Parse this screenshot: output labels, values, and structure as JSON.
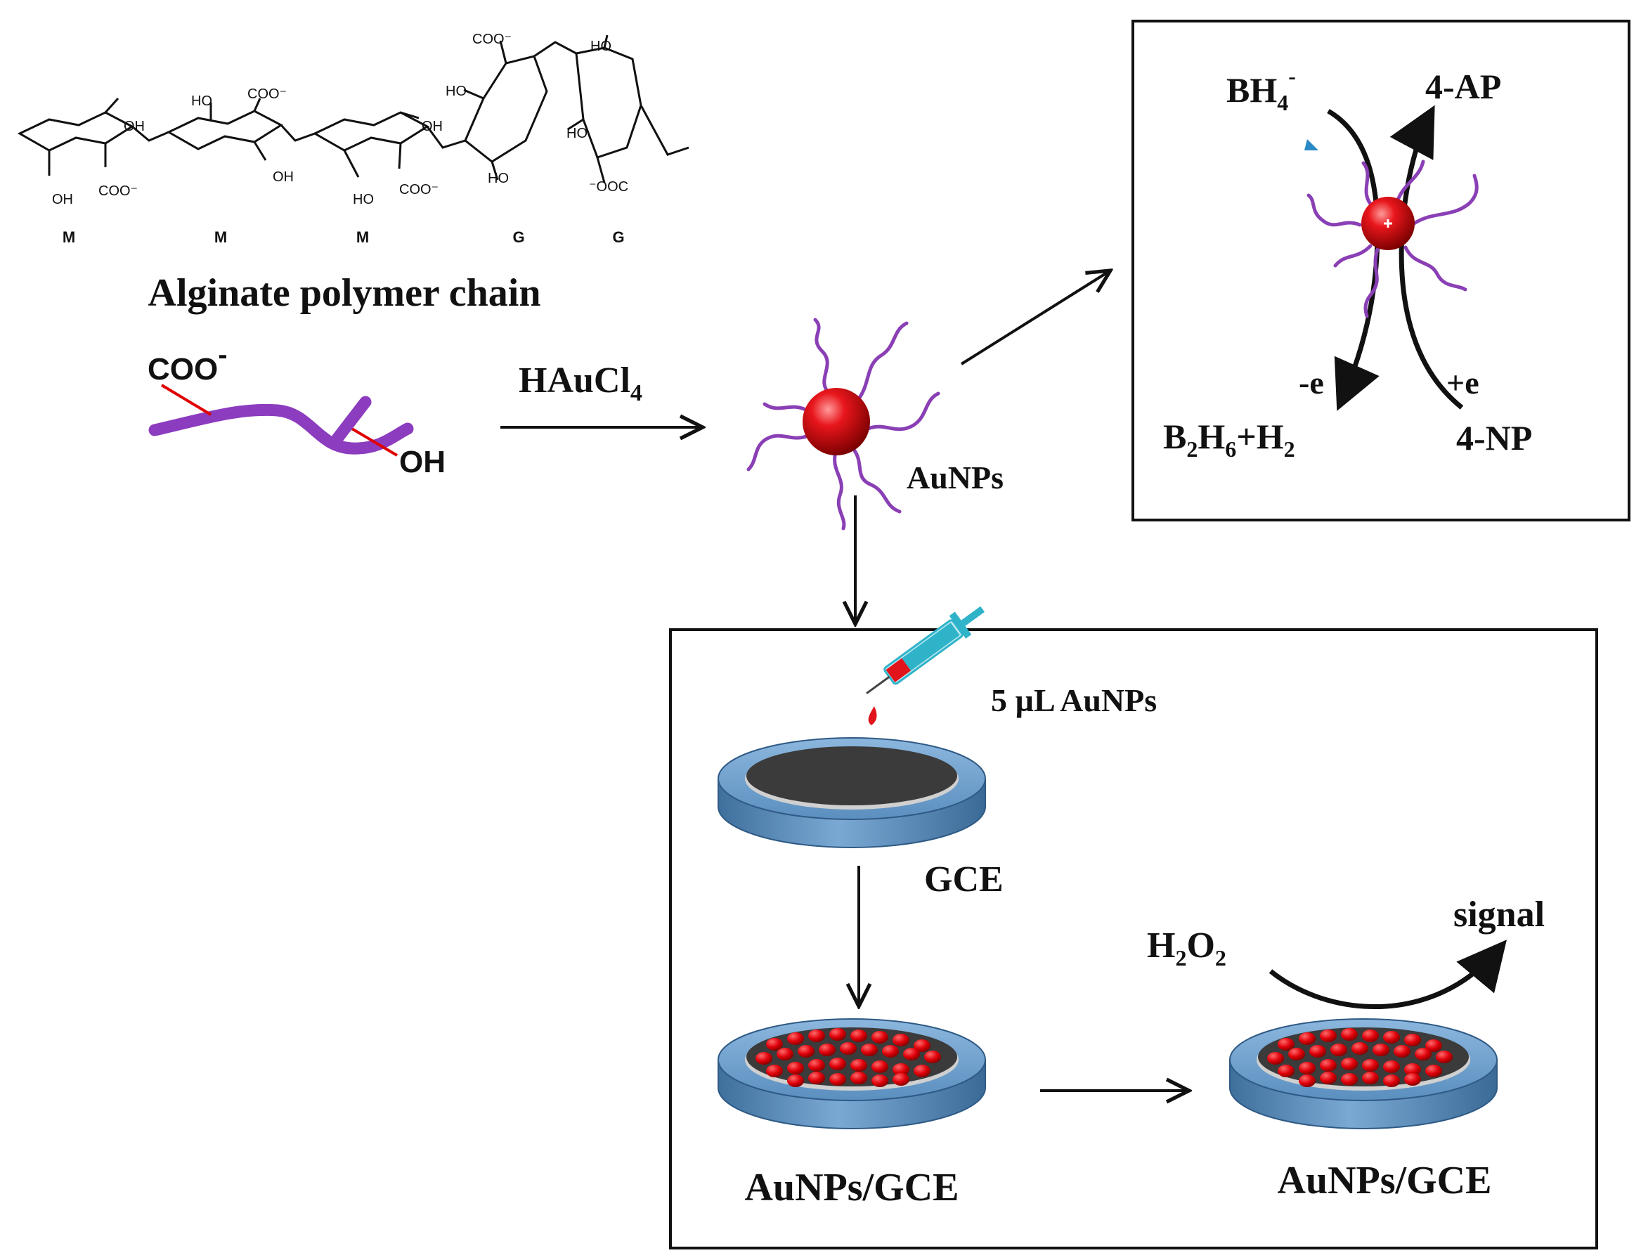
{
  "colors": {
    "ink": "#111111",
    "nanoparticle": "#e0141a",
    "ligand": "#8a3fb5",
    "polymer": "#8c3cbf",
    "bond": "#e00000",
    "electrode_ring": "#5b8fbf",
    "electrode_disk": "#3b3b3b",
    "syringe": "#2fb3c9"
  },
  "alginate": {
    "title": "Alginate polymer chain",
    "units": [
      "M",
      "M",
      "M",
      "G",
      "G"
    ],
    "chem": {
      "oh": "OH",
      "ho": "HO",
      "coo": "COO⁻",
      "ooc": "⁻OOC"
    }
  },
  "monomer": {
    "carboxyl": "COO",
    "carboxyl_charge": "-",
    "hydroxyl": "OH"
  },
  "synthesis": {
    "reagent_base": "HAuCl",
    "reagent_sub": "4",
    "product_label": "AuNPs"
  },
  "catalysis": {
    "reductant_base": "BH",
    "reductant_sub": "4",
    "reductant_sup": "-",
    "product": "4-AP",
    "minus_e": "-e",
    "plus_e": "+e",
    "byproduct": {
      "b": "B",
      "b_sub": "2",
      "h": "H",
      "h_sub": "6",
      "plus": "+H",
      "plus_sub": "2"
    },
    "substrate": "4-NP"
  },
  "electrode": {
    "dropcast_label": "5 µL AuNPs",
    "bare_label": "GCE",
    "modified_label": "AuNPs/GCE",
    "sensing_label": "AuNPs/GCE",
    "analyte": {
      "h": "H",
      "h_sub": "2",
      "o": "O",
      "o_sub": "2"
    },
    "output": "signal"
  }
}
